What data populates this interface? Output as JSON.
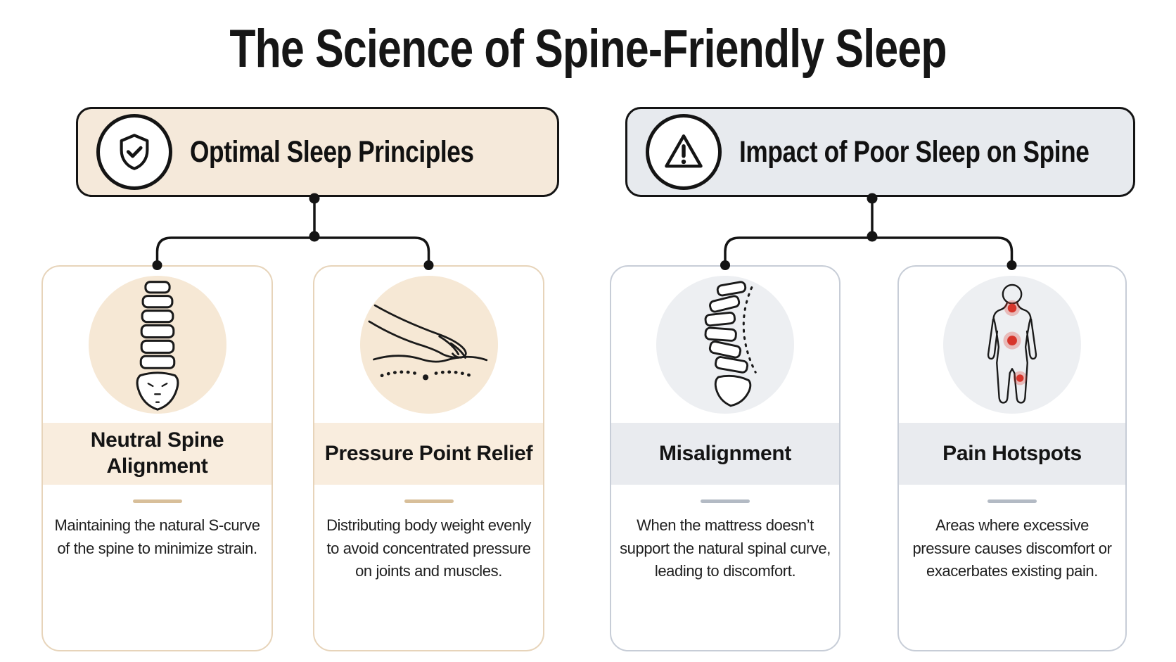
{
  "page": {
    "title": "The Science of Spine-Friendly Sleep"
  },
  "colors": {
    "ink": "#141414",
    "body_text": "#1e1e1e",
    "optimal_header_bg": "#f5e9da",
    "optimal_band_bg": "#f9edde",
    "optimal_circle_bg": "#f6e8d5",
    "optimal_border": "#e7d4ba",
    "optimal_divider": "#d8bf9a",
    "impact_header_bg": "#e7eaee",
    "impact_band_bg": "#e9ebef",
    "impact_circle_bg": "#edeff2",
    "impact_border": "#c7cdd7",
    "impact_divider": "#b3bac4",
    "hotspot_red": "#d7352b"
  },
  "branches": [
    {
      "header": {
        "label": "Optimal Sleep Principles",
        "icon": "shield-check-icon"
      },
      "cards": [
        {
          "icon": "straight-spine-icon",
          "title": "Neutral Spine Alignment",
          "description": "Maintaining the natural S-curve of the spine to minimize strain."
        },
        {
          "icon": "hand-pressure-icon",
          "title": "Pressure Point Relief",
          "description": "Distributing body weight evenly to avoid concentrated pressure on joints and muscles."
        }
      ]
    },
    {
      "header": {
        "label": "Impact of Poor Sleep on Spine",
        "icon": "warning-triangle-icon"
      },
      "cards": [
        {
          "icon": "curved-spine-icon",
          "title": "Misalignment",
          "description": "When the mattress doesn’t support the natural spinal curve, leading to discomfort."
        },
        {
          "icon": "body-hotspots-icon",
          "title": "Pain Hotspots",
          "description": "Areas where excessive pressure causes discomfort or exacerbates existing pain."
        }
      ]
    }
  ]
}
